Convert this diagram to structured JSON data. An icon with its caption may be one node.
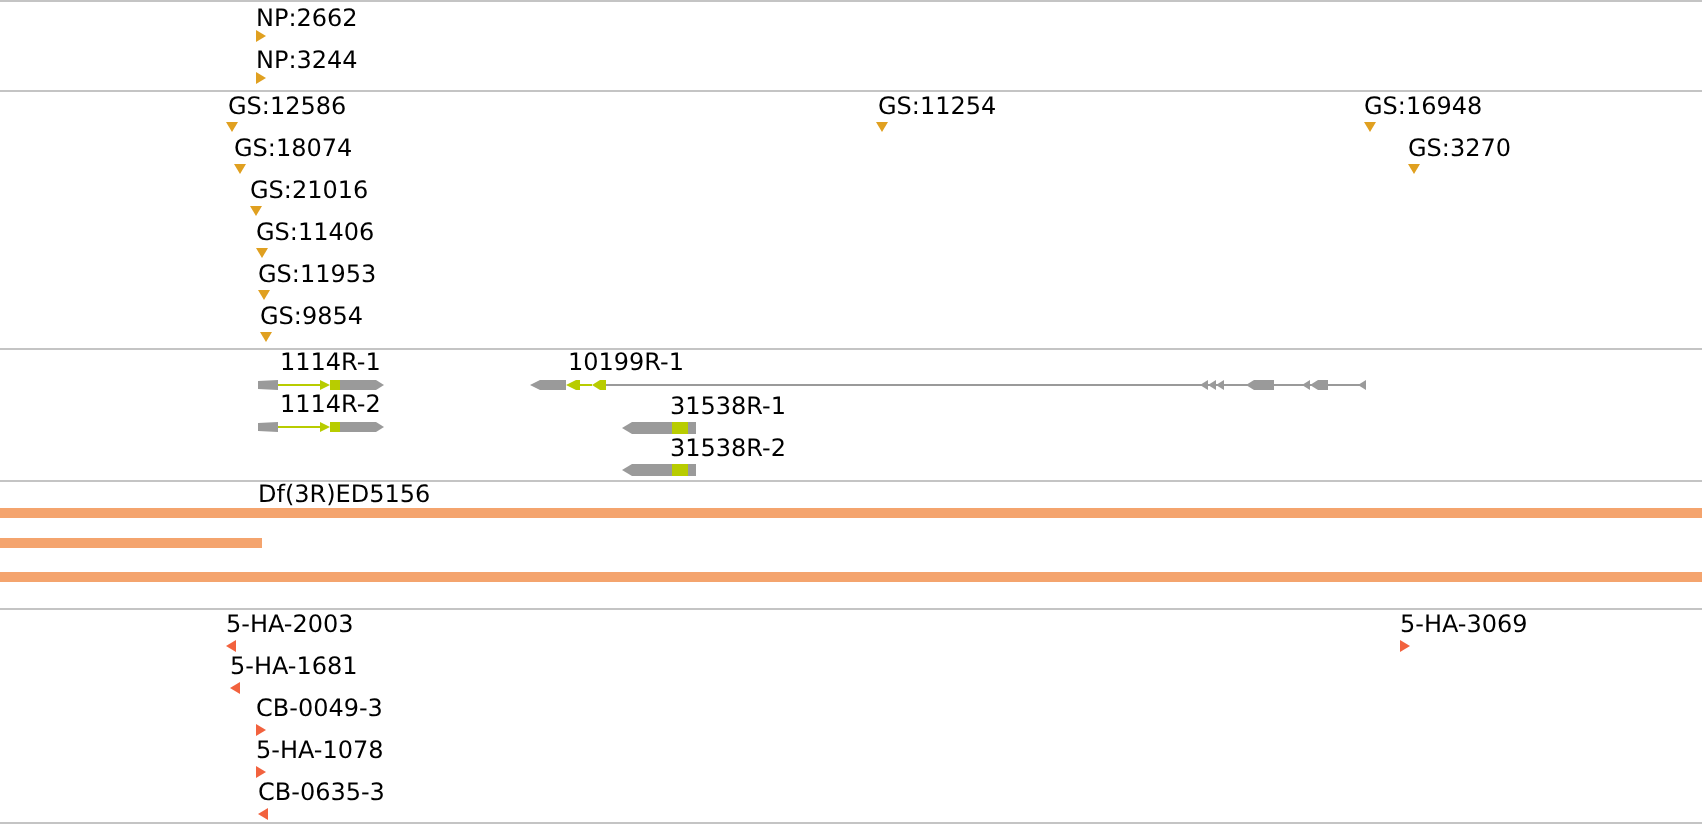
{
  "diagram": {
    "labels": [
      "NP:2662",
      "NP:3244",
      "GS:12586",
      "GS:11254",
      "GS:16948",
      "GS:18074",
      "GS:3270",
      "GS:21016",
      "GS:11406",
      "GS:11953",
      "GS:9854",
      "1114R-1",
      "10199R-1",
      "1114R-2",
      "31538R-1",
      "31538R-2",
      "Df(3R)ED5156",
      "5-HA-2003",
      "5-HA-3069",
      "5-HA-1681",
      "CB-0049-3",
      "5-HA-1078",
      "CB-0635-3"
    ]
  }
}
